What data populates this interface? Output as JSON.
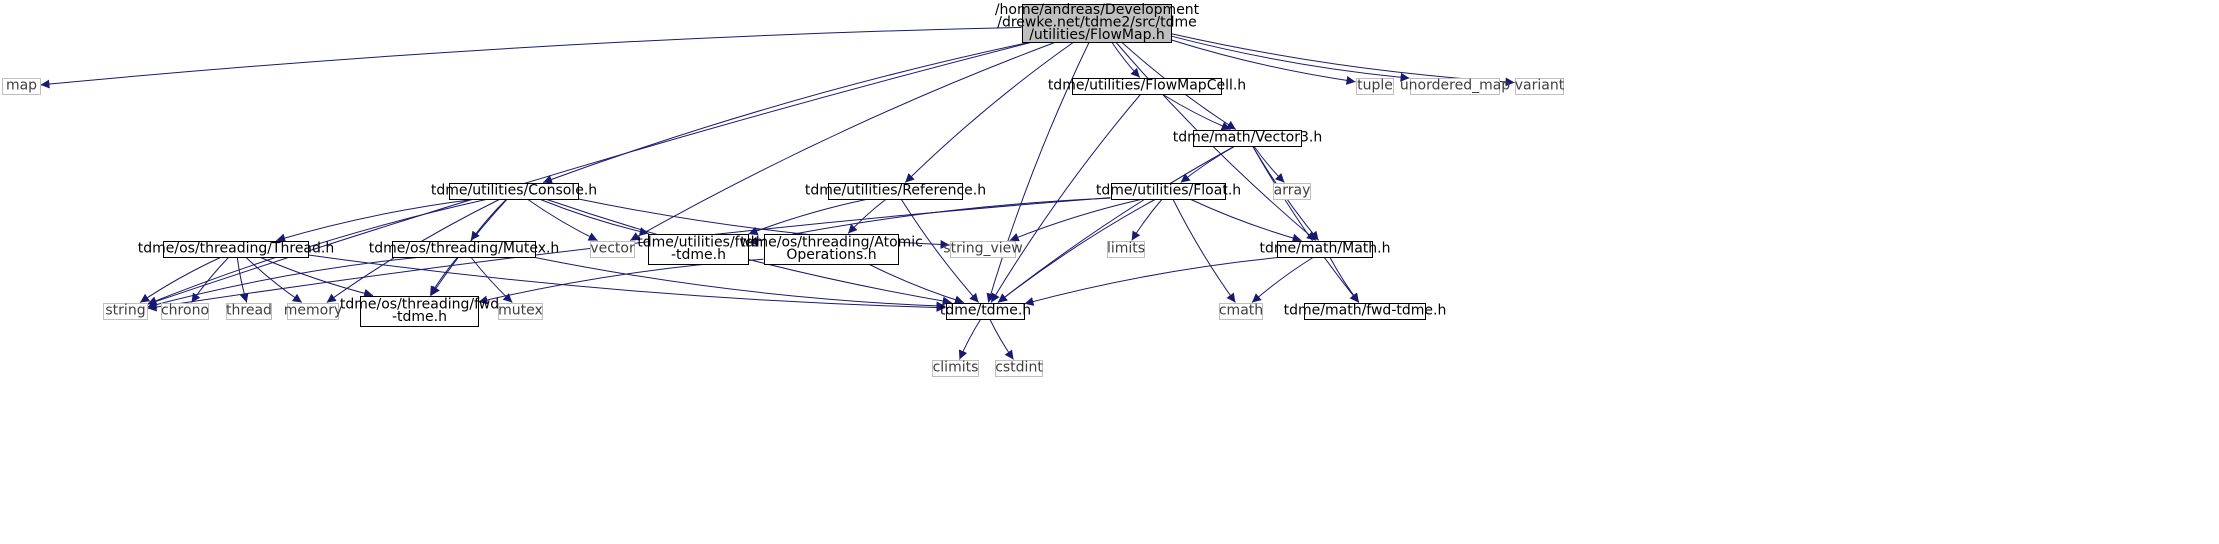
{
  "diagram": {
    "root": {
      "id": "root",
      "lines": [
        "/home/andreas/Development",
        "/drewke.net/tdme2/src/tdme",
        "/utilities/FlowMap.h"
      ]
    },
    "nodes": [
      {
        "id": "map",
        "lines": [
          "map"
        ],
        "style": "system"
      },
      {
        "id": "string",
        "lines": [
          "string"
        ],
        "style": "system"
      },
      {
        "id": "console",
        "lines": [
          "tdme/utilities/Console.h"
        ],
        "style": "project"
      },
      {
        "id": "vector",
        "lines": [
          "vector"
        ],
        "style": "system"
      },
      {
        "id": "reference",
        "lines": [
          "tdme/utilities/Reference.h"
        ],
        "style": "project"
      },
      {
        "id": "tdme_h",
        "lines": [
          "tdme/tdme.h"
        ],
        "style": "project"
      },
      {
        "id": "flowmapcell",
        "lines": [
          "tdme/utilities/FlowMapCell.h"
        ],
        "style": "project"
      },
      {
        "id": "vector3",
        "lines": [
          "tdme/math/Vector3.h"
        ],
        "style": "project"
      },
      {
        "id": "math_h",
        "lines": [
          "tdme/math/Math.h"
        ],
        "style": "project"
      },
      {
        "id": "tuple",
        "lines": [
          "tuple"
        ],
        "style": "system"
      },
      {
        "id": "unordered_map",
        "lines": [
          "unordered_map"
        ],
        "style": "system"
      },
      {
        "id": "variant",
        "lines": [
          "variant"
        ],
        "style": "system"
      },
      {
        "id": "thread_h",
        "lines": [
          "tdme/os/threading/Thread.h"
        ],
        "style": "project"
      },
      {
        "id": "mutex_h",
        "lines": [
          "tdme/os/threading/Mutex.h"
        ],
        "style": "project"
      },
      {
        "id": "memory",
        "lines": [
          "memory"
        ],
        "style": "system"
      },
      {
        "id": "util_fwd",
        "lines": [
          "tdme/utilities/fwd",
          "-tdme.h"
        ],
        "style": "project"
      },
      {
        "id": "string_view",
        "lines": [
          "string_view"
        ],
        "style": "system"
      },
      {
        "id": "chrono",
        "lines": [
          "chrono"
        ],
        "style": "system"
      },
      {
        "id": "thread",
        "lines": [
          "thread"
        ],
        "style": "system"
      },
      {
        "id": "threading_fwd",
        "lines": [
          "tdme/os/threading/fwd",
          "-tdme.h"
        ],
        "style": "project"
      },
      {
        "id": "mutex",
        "lines": [
          "mutex"
        ],
        "style": "system"
      },
      {
        "id": "atomic",
        "lines": [
          "tdme/os/threading/Atomic",
          "Operations.h"
        ],
        "style": "project"
      },
      {
        "id": "climits",
        "lines": [
          "climits"
        ],
        "style": "system"
      },
      {
        "id": "cstdint",
        "lines": [
          "cstdint"
        ],
        "style": "system"
      },
      {
        "id": "float_h",
        "lines": [
          "tdme/utilities/Float.h"
        ],
        "style": "project"
      },
      {
        "id": "array",
        "lines": [
          "array"
        ],
        "style": "system"
      },
      {
        "id": "limits",
        "lines": [
          "limits"
        ],
        "style": "system"
      },
      {
        "id": "cmath",
        "lines": [
          "cmath"
        ],
        "style": "system"
      },
      {
        "id": "math_fwd",
        "lines": [
          "tdme/math/fwd-tdme.h"
        ],
        "style": "project"
      }
    ],
    "edges": [
      [
        "root",
        "map"
      ],
      [
        "root",
        "string"
      ],
      [
        "root",
        "console"
      ],
      [
        "root",
        "vector"
      ],
      [
        "root",
        "reference"
      ],
      [
        "root",
        "tdme_h"
      ],
      [
        "root",
        "flowmapcell"
      ],
      [
        "root",
        "vector3"
      ],
      [
        "root",
        "math_h"
      ],
      [
        "root",
        "tuple"
      ],
      [
        "root",
        "unordered_map"
      ],
      [
        "root",
        "variant"
      ],
      [
        "console",
        "thread_h"
      ],
      [
        "console",
        "mutex_h"
      ],
      [
        "console",
        "string"
      ],
      [
        "console",
        "memory"
      ],
      [
        "console",
        "threading_fwd"
      ],
      [
        "console",
        "vector"
      ],
      [
        "console",
        "util_fwd"
      ],
      [
        "console",
        "string_view"
      ],
      [
        "console",
        "tdme_h"
      ],
      [
        "thread_h",
        "string"
      ],
      [
        "thread_h",
        "chrono"
      ],
      [
        "thread_h",
        "thread"
      ],
      [
        "thread_h",
        "memory"
      ],
      [
        "thread_h",
        "threading_fwd"
      ],
      [
        "thread_h",
        "tdme_h"
      ],
      [
        "mutex_h",
        "string"
      ],
      [
        "mutex_h",
        "threading_fwd"
      ],
      [
        "mutex_h",
        "mutex"
      ],
      [
        "mutex_h",
        "tdme_h"
      ],
      [
        "reference",
        "util_fwd"
      ],
      [
        "reference",
        "atomic"
      ],
      [
        "reference",
        "tdme_h"
      ],
      [
        "atomic",
        "threading_fwd"
      ],
      [
        "atomic",
        "tdme_h"
      ],
      [
        "flowmapcell",
        "vector3"
      ],
      [
        "flowmapcell",
        "tdme_h"
      ],
      [
        "vector3",
        "float_h"
      ],
      [
        "vector3",
        "array"
      ],
      [
        "vector3",
        "math_h"
      ],
      [
        "vector3",
        "math_fwd"
      ],
      [
        "vector3",
        "tdme_h"
      ],
      [
        "float_h",
        "string"
      ],
      [
        "float_h",
        "util_fwd"
      ],
      [
        "float_h",
        "string_view"
      ],
      [
        "float_h",
        "limits"
      ],
      [
        "float_h",
        "cmath"
      ],
      [
        "float_h",
        "math_h"
      ],
      [
        "float_h",
        "tdme_h"
      ],
      [
        "math_h",
        "cmath"
      ],
      [
        "math_h",
        "math_fwd"
      ],
      [
        "math_h",
        "tdme_h"
      ],
      [
        "tdme_h",
        "climits"
      ],
      [
        "tdme_h",
        "cstdint"
      ]
    ],
    "colors": {
      "edge": "#191970",
      "root_fill": "#bfbfbf",
      "project_border": "#000000",
      "system_border": "#bfbfbf",
      "system_text": "#3f3f3f",
      "project_text": "#000000"
    }
  }
}
